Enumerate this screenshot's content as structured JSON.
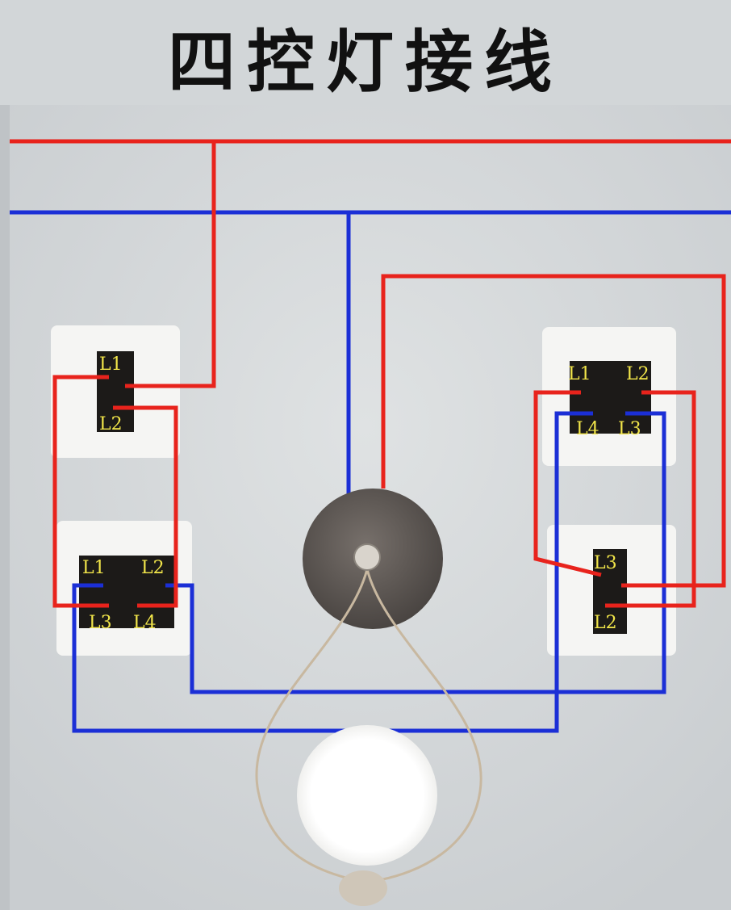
{
  "title": "四控灯接线",
  "switches": [
    {
      "name": "two-way-switch-left-top",
      "labels": [
        "L1",
        "L2"
      ]
    },
    {
      "name": "intermediate-switch-left-bottom",
      "labels": [
        "L1",
        "L2",
        "L3",
        "L4"
      ]
    },
    {
      "name": "intermediate-switch-right-top",
      "labels": [
        "L1",
        "L2",
        "L4",
        "L3"
      ]
    },
    {
      "name": "two-way-switch-right-bottom",
      "labels": [
        "L3",
        "L2"
      ]
    }
  ],
  "colors": {
    "live": "#e8231c",
    "neutral": "#1b2fd6",
    "background": "#d2d6d8"
  }
}
